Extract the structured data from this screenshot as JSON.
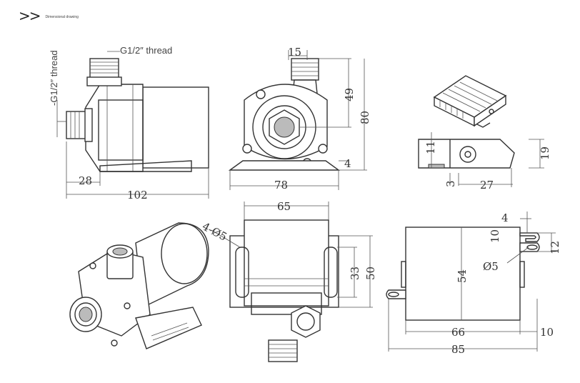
{
  "header": {
    "arrows_glyph": ">>",
    "title": "Dimensional drawing"
  },
  "side_view": {
    "top_thread_label": "G1/2″ thread",
    "side_thread_label": "-G1/2″ thread",
    "dim_inlet": "28",
    "dim_length": "102"
  },
  "front_view": {
    "dim_outlet_offset": "15",
    "dim_outlet_height": "49",
    "dim_height": "80",
    "dim_base": "4",
    "dim_width": "78"
  },
  "bracket_view": {
    "dim_height": "11",
    "dim_slot": "3",
    "dim_length": "27",
    "dim_total_height": "19"
  },
  "top_view": {
    "dim_width": "65",
    "dim_hole": "4-Ø5",
    "dim_inner": "33",
    "dim_outer": "50"
  },
  "base_view": {
    "dim_tab": "4",
    "dim_slot_width": "10",
    "dim_slot_length": "12",
    "dim_hole": "Ø5",
    "dim_height": "54",
    "dim_inner_length": "66",
    "dim_offset": "10",
    "dim_total_length": "85"
  }
}
